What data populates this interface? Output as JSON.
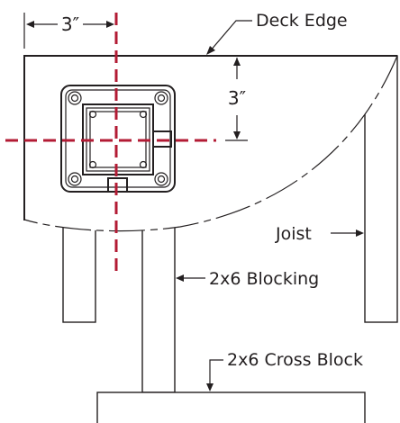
{
  "labels": {
    "deck_edge": "Deck Edge",
    "joist": "Joist",
    "blocking": "2x6 Blocking",
    "cross_block": "2x6 Cross Block"
  },
  "dimensions": {
    "horizontal": "3″",
    "vertical": "3″"
  },
  "colors": {
    "line": "#231f20",
    "centerline": "#b31b34"
  },
  "icons": {
    "base_plate": "post-base-plate-icon"
  }
}
